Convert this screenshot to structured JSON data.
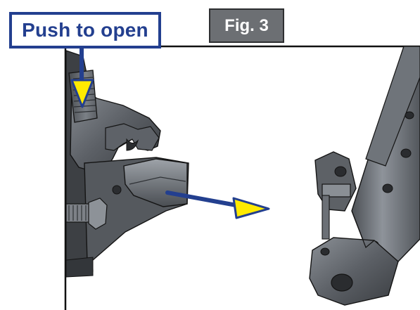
{
  "callout": {
    "label": "Push to open",
    "border_color": "#233f8f",
    "text_color": "#233f8f"
  },
  "figure_tab": {
    "label": "Fig. 3",
    "background_color": "#6c6f73",
    "text_color": "#ffffff"
  },
  "arrows": [
    {
      "name": "push-arrow",
      "direction": "down",
      "fill_color": "#ffea00",
      "stroke_color": "#233f8f"
    },
    {
      "name": "pull-arrow",
      "direction": "right",
      "fill_color": "#ffea00",
      "stroke_color": "#233f8f"
    }
  ],
  "colors": {
    "metal_dark": "#3f4246",
    "metal_mid": "#6b6f75",
    "metal_light": "#a3a8ae",
    "outline": "#141414"
  }
}
